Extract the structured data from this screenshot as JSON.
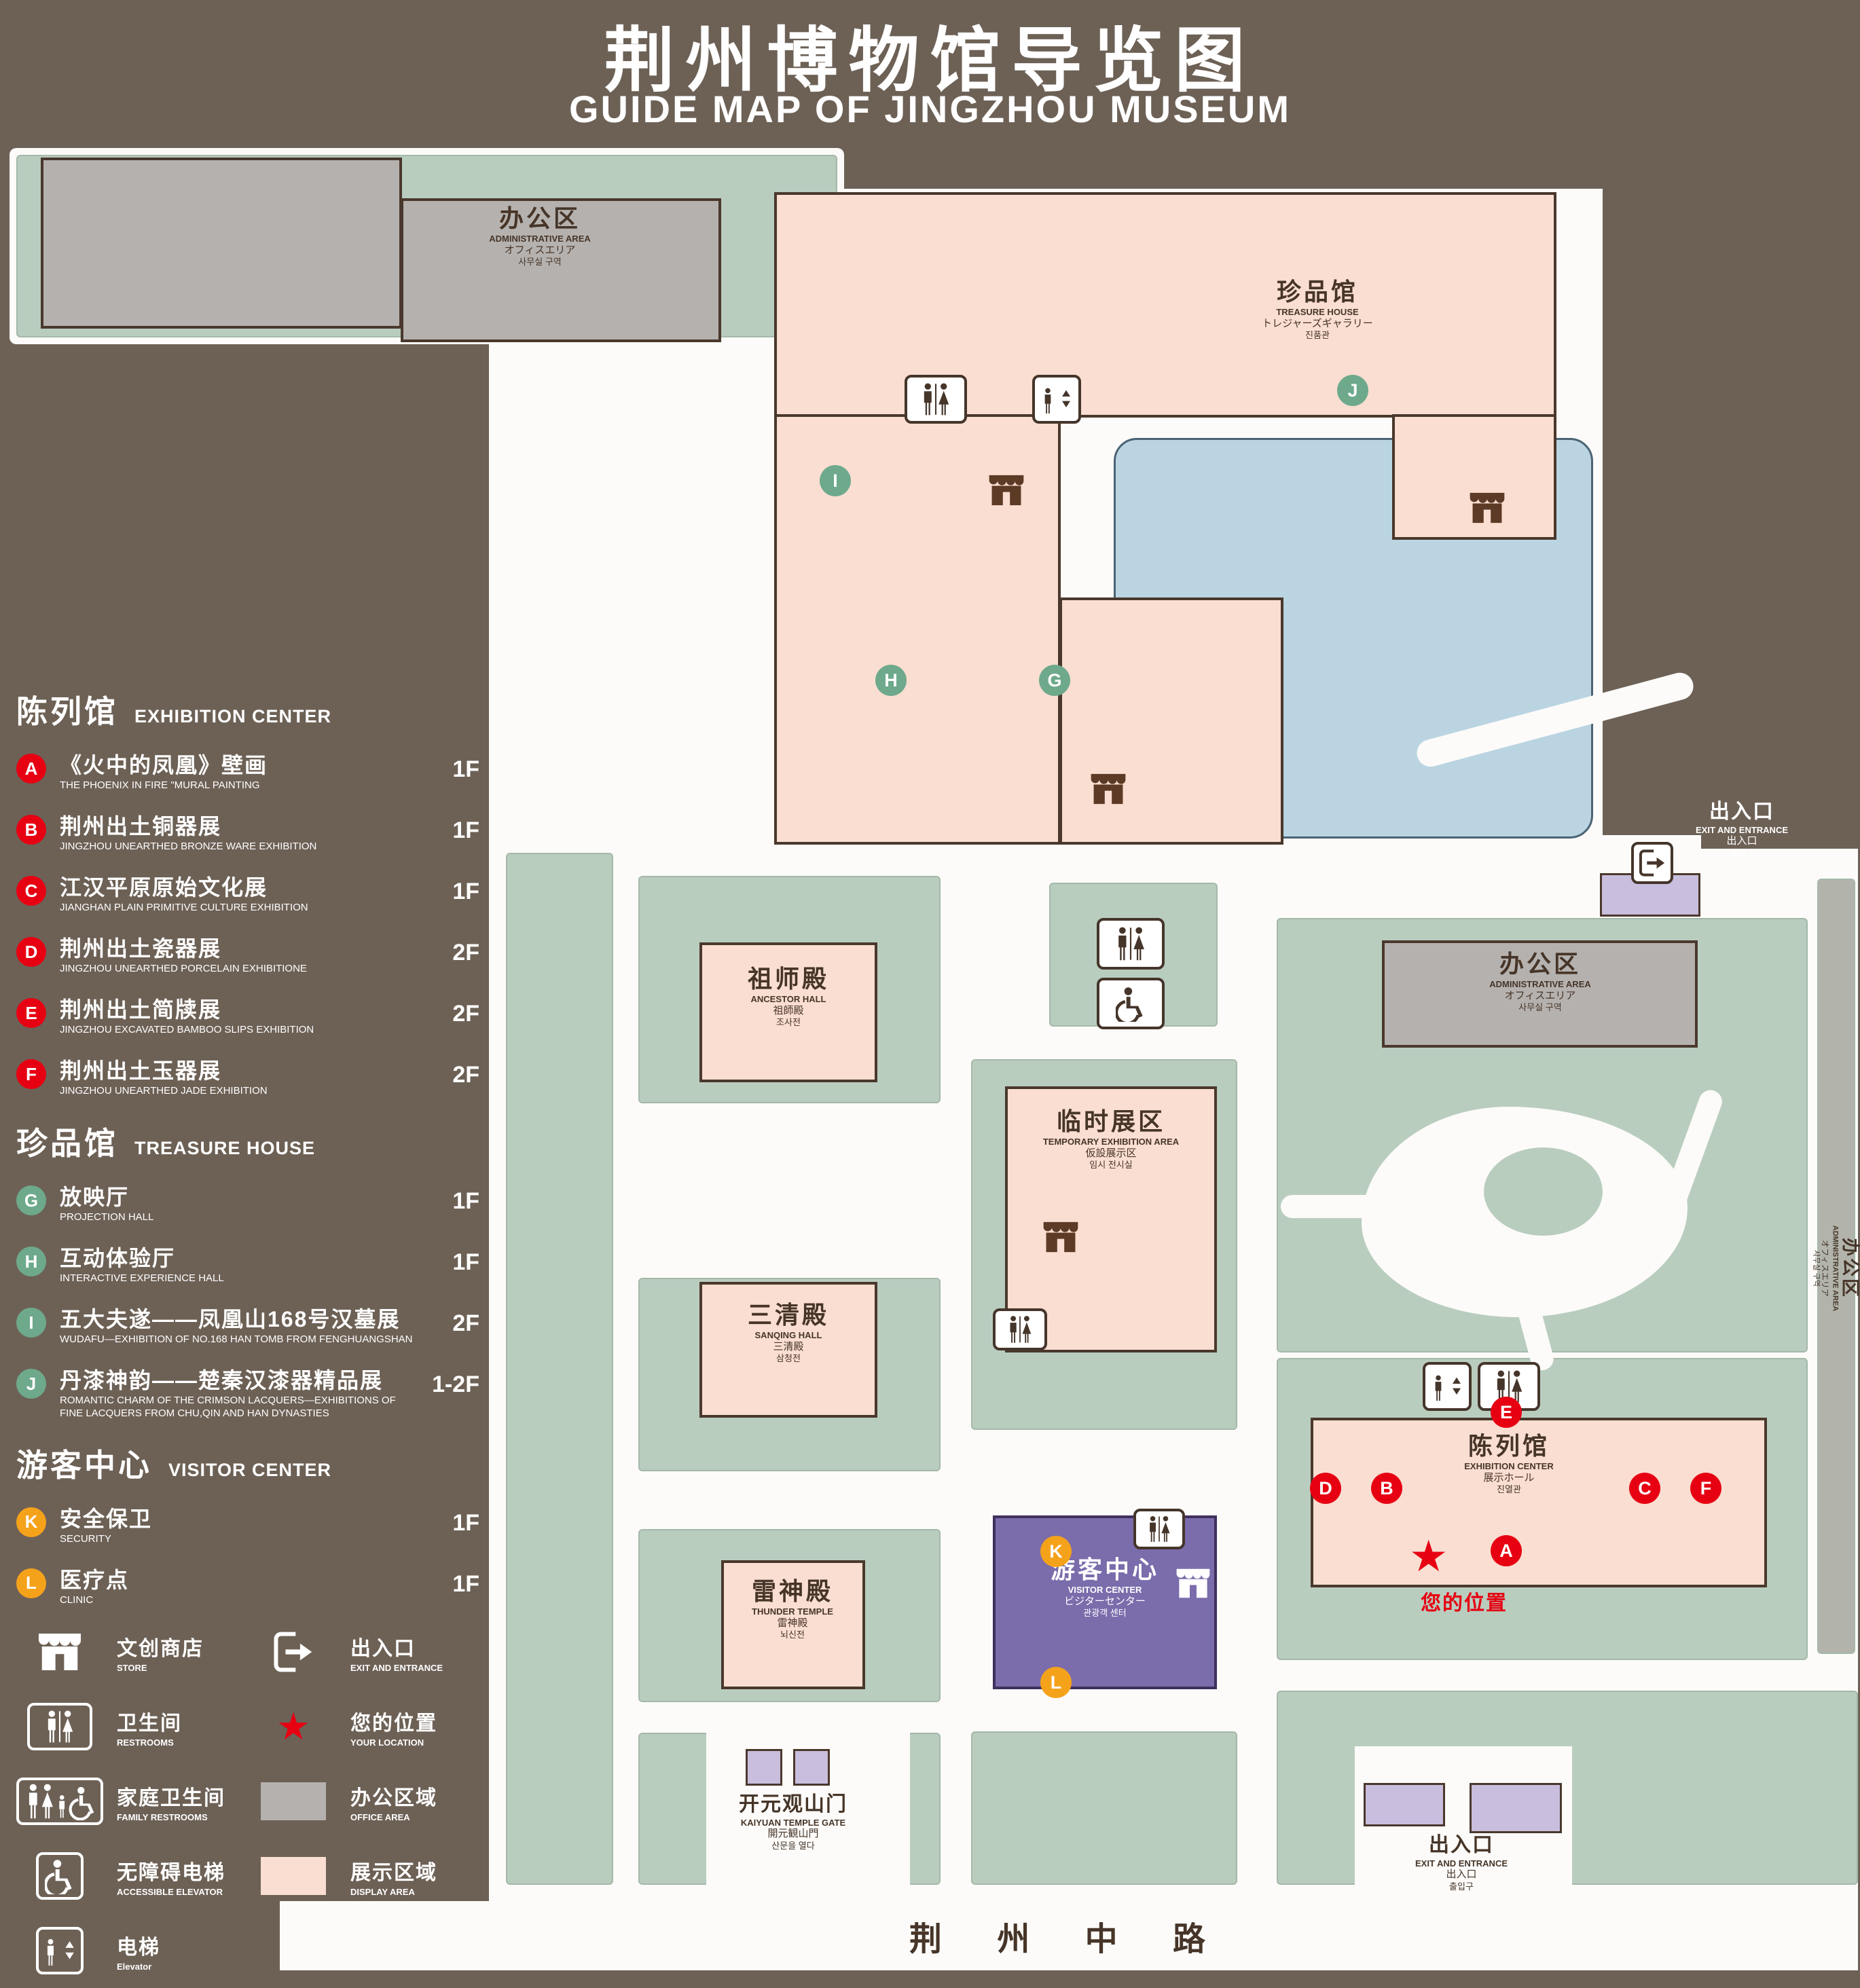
{
  "header": {
    "title_zh": "荆州博物馆导览图",
    "title_en": "GUIDE MAP OF JINGZHOU MUSEUM"
  },
  "legend": {
    "sections": [
      {
        "heading_zh": "陈列馆",
        "heading_en": "EXHIBITION CENTER",
        "marker_color": "#e60012",
        "items": [
          {
            "key": "A",
            "zh": "《火中的凤凰》壁画",
            "en": "THE PHOENIX IN FIRE \"MURAL PAINTING",
            "floor": "1F"
          },
          {
            "key": "B",
            "zh": "荆州出土铜器展",
            "en": "JINGZHOU UNEARTHED BRONZE WARE EXHIBITION",
            "floor": "1F"
          },
          {
            "key": "C",
            "zh": "江汉平原原始文化展",
            "en": "JIANGHAN PLAIN PRIMITIVE CULTURE EXHIBITION",
            "floor": "1F"
          },
          {
            "key": "D",
            "zh": "荆州出土瓷器展",
            "en": "JINGZHOU UNEARTHED PORCELAIN EXHIBITIONE",
            "floor": "2F"
          },
          {
            "key": "E",
            "zh": "荆州出土简牍展",
            "en": "JINGZHOU EXCAVATED BAMBOO SLIPS EXHIBITION",
            "floor": "2F"
          },
          {
            "key": "F",
            "zh": "荆州出土玉器展",
            "en": "JINGZHOU UNEARTHED JADE EXHIBITION",
            "floor": "2F"
          }
        ]
      },
      {
        "heading_zh": "珍品馆",
        "heading_en": "TREASURE HOUSE",
        "marker_color": "#6ea98c",
        "items": [
          {
            "key": "G",
            "zh": "放映厅",
            "en": "PROJECTION HALL",
            "floor": "1F"
          },
          {
            "key": "H",
            "zh": "互动体验厅",
            "en": "INTERACTIVE EXPERIENCE HALL",
            "floor": "1F"
          },
          {
            "key": "I",
            "zh": "五大夫遂——凤凰山168号汉墓展",
            "en": "WUDAFU—EXHIBITION OF NO.168 HAN TOMB FROM FENGHUANGSHAN",
            "floor": "2F"
          },
          {
            "key": "J",
            "zh": "丹漆神韵——楚秦汉漆器精品展",
            "en": "ROMANTIC CHARM OF THE CRIMSON LACQUERS—EXHIBITIONS OF FINE LACQUERS FROM CHU,QIN AND HAN DYNASTIES",
            "floor": "1-2F"
          }
        ]
      },
      {
        "heading_zh": "游客中心",
        "heading_en": "VISITOR CENTER",
        "marker_color": "#f5a21b",
        "items": [
          {
            "key": "K",
            "zh": "安全保卫",
            "en": "SECURITY",
            "floor": "1F"
          },
          {
            "key": "L",
            "zh": "医疗点",
            "en": "CLINIC",
            "floor": "1F"
          }
        ]
      }
    ],
    "symbols": [
      {
        "icon": "store",
        "zh": "文创商店",
        "en": "STORE"
      },
      {
        "icon": "exit",
        "zh": "出入口",
        "en": "EXIT AND ENTRANCE"
      },
      {
        "icon": "restroom",
        "zh": "卫生间",
        "en": "RESTROOMS"
      },
      {
        "icon": "location",
        "zh": "您的位置",
        "en": "YOUR LOCATION"
      },
      {
        "icon": "family-restroom",
        "zh": "家庭卫生间",
        "en": "FAMILY RESTROOMS"
      },
      {
        "icon": "office-swatch",
        "zh": "办公区域",
        "en": "OFFICE AREA"
      },
      {
        "icon": "accessible-elevator",
        "zh": "无障碍电梯",
        "en": "ACCESSIBLE ELEVATOR"
      },
      {
        "icon": "display-swatch",
        "zh": "展示区域",
        "en": "DISPLAY AREA"
      },
      {
        "icon": "elevator",
        "zh": "电梯",
        "en": "Elevator"
      }
    ]
  },
  "map": {
    "places": {
      "admin": {
        "zh": "办公区",
        "en": "ADMINISTRATIVE AREA",
        "ja": "オフィスエリア",
        "ko": "사무실 구역"
      },
      "treasure_house": {
        "zh": "珍品馆",
        "en": "TREASURE HOUSE",
        "ja": "トレジャーズギャラリー",
        "ko": "진품관"
      },
      "ancestor_hall": {
        "zh": "祖师殿",
        "en": "ANCESTOR HALL",
        "ja": "祖師殿",
        "ko": "조사전"
      },
      "temporary_exhibition": {
        "zh": "临时展区",
        "en": "TEMPORARY EXHIBITION AREA",
        "ja": "仮設展示区",
        "ko": "임시 전시실"
      },
      "sanqing_hall": {
        "zh": "三清殿",
        "en": "SANQING HALL",
        "ja": "三清殿",
        "ko": "삼청전"
      },
      "thunder_temple": {
        "zh": "雷神殿",
        "en": "THUNDER TEMPLE",
        "ja": "雷神殿",
        "ko": "뇌신전"
      },
      "visitor_center": {
        "zh": "游客中心",
        "en": "VISITOR CENTER",
        "ja": "ビジターセンター",
        "ko": "관광객 센터"
      },
      "exhibition_center": {
        "zh": "陈列馆",
        "en": "EXHIBITION CENTER",
        "ja": "展示ホール",
        "ko": "진열관"
      },
      "gate": {
        "zh": "开元观山门",
        "en": "KAIYUAN TEMPLE GATE",
        "ja": "開元観山門",
        "ko": "산문을 열다"
      },
      "exit": {
        "zh": "出入口",
        "en": "EXIT AND ENTRANCE",
        "ja": "出入口",
        "ko": "출입구"
      }
    },
    "your_location_label": "您的位置",
    "road_label": "荆 州 中 路"
  },
  "colors": {
    "background": "#6d6156",
    "green_area": "#b9cdbf",
    "display_area": "#f9ded1",
    "office_area": "#b5b1ae",
    "water": "#bad4e2",
    "visitor_center": "#7b6cab",
    "gate_purple": "#c9bedd",
    "marker_red": "#e60012",
    "marker_green": "#6ea98c",
    "marker_orange": "#f5a21b",
    "dark_text": "#463528"
  }
}
